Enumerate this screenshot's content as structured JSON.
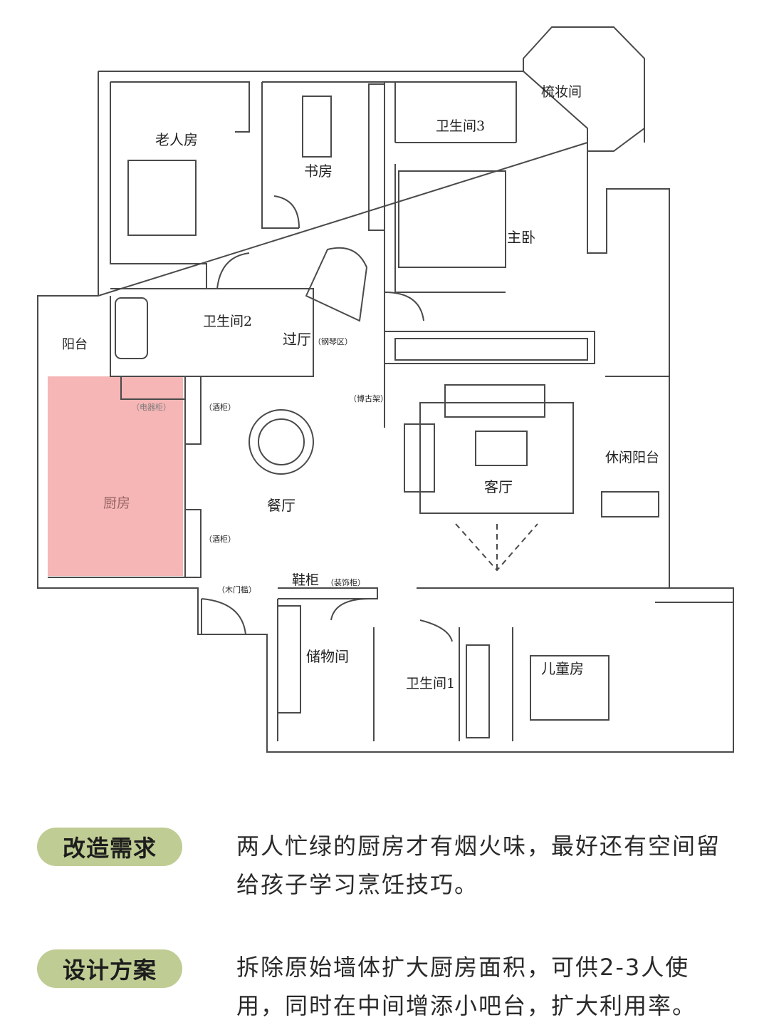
{
  "floorplan": {
    "highlight_color": "#f4a9a9",
    "rooms": {
      "elder_room": "老人房",
      "study": "书房",
      "bathroom3": "卫生间3",
      "dressing_room": "梳妆间",
      "master_bedroom": "主卧",
      "bathroom2": "卫生间2",
      "hall": "过厅",
      "hall_note": "（钢琴区）",
      "balcony": "阳台",
      "appliance_cabinet": "（电器柜）",
      "wine_cabinet_top": "（酒柜）",
      "antique_shelf": "（博古架）",
      "kitchen": "厨房",
      "dining_room": "餐厅",
      "living_room": "客厅",
      "leisure_balcony": "休闲阳台",
      "wine_cabinet_bottom": "（酒柜）",
      "shoe_cabinet": "鞋柜",
      "decor_cabinet": "（装饰柜）",
      "wood_sill": "（木门槛）",
      "storage_room": "储物间",
      "bathroom1": "卫生间1",
      "children_room": "儿童房"
    }
  },
  "sections": [
    {
      "tag": "改造需求",
      "text": "两人忙绿的厨房才有烟火味，最好还有空间留给孩子学习烹饪技巧。"
    },
    {
      "tag": "设计方案",
      "text": "拆除原始墙体扩大厨房面积，可供2-3人使用，同时在中间增添小吧台，扩大利用率。"
    }
  ],
  "colors": {
    "pill_bg": "#bfcc93",
    "wall": "#5a5a5a"
  }
}
